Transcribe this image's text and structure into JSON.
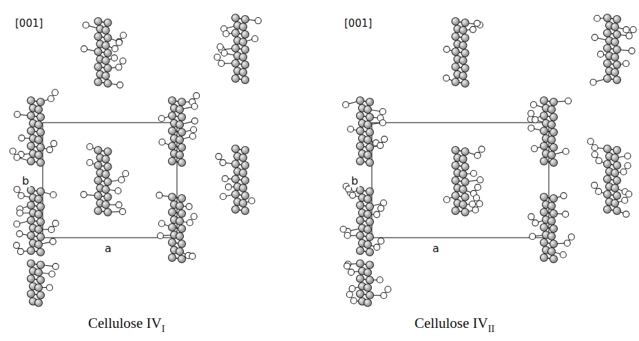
{
  "diagram": {
    "labels": [
      "[001]",
      "b",
      "a",
      "Cellulose IV",
      "I",
      "[001]",
      "b",
      "a",
      "Cellulose IV",
      "II"
    ]
  }
}
